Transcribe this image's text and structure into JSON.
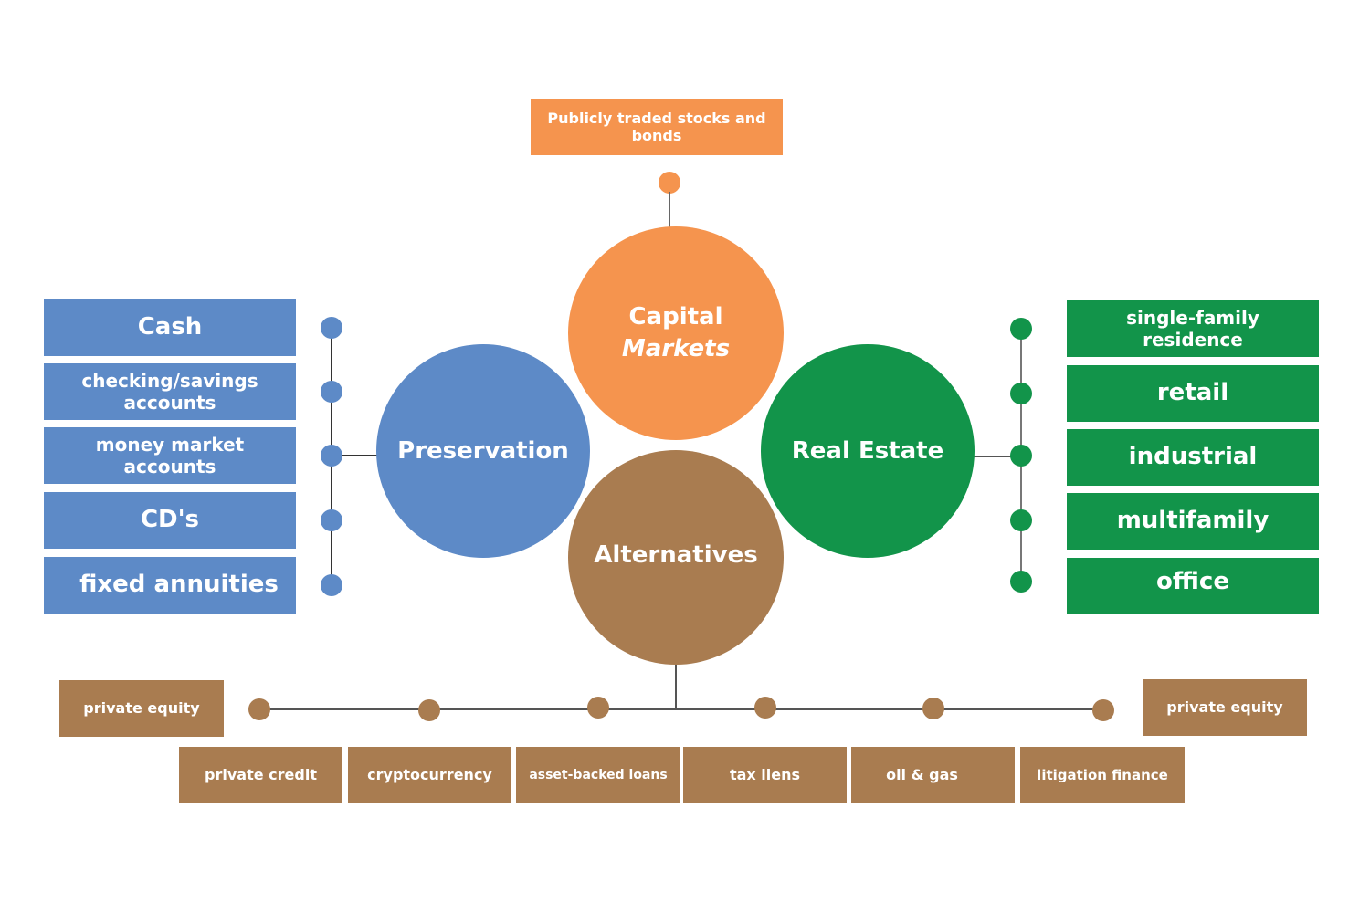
{
  "colors": {
    "capital_markets": "#f5944e",
    "preservation": "#5d8ac7",
    "real_estate": "#12944a",
    "alternatives": "#a97c50",
    "connector_line": "#555555",
    "background": "#ffffff"
  },
  "capital_markets": {
    "title_line1": "Capital",
    "title_line2": "Markets",
    "items": [
      "Publicly traded stocks and bonds"
    ]
  },
  "preservation": {
    "title": "Preservation",
    "items": [
      "Cash",
      "checking/savings accounts",
      "money market accounts",
      "CD's",
      "fixed annuities"
    ]
  },
  "real_estate": {
    "title": "Real Estate",
    "items": [
      "single-family residence",
      "retail",
      "industrial",
      "multifamily",
      "office"
    ]
  },
  "alternatives": {
    "title": "Alternatives",
    "top_items": [
      "private equity",
      "private equity"
    ],
    "bottom_items": [
      "private credit",
      "cryptocurrency",
      "asset-backed loans",
      "tax liens",
      "oil & gas",
      "litigation finance"
    ]
  }
}
